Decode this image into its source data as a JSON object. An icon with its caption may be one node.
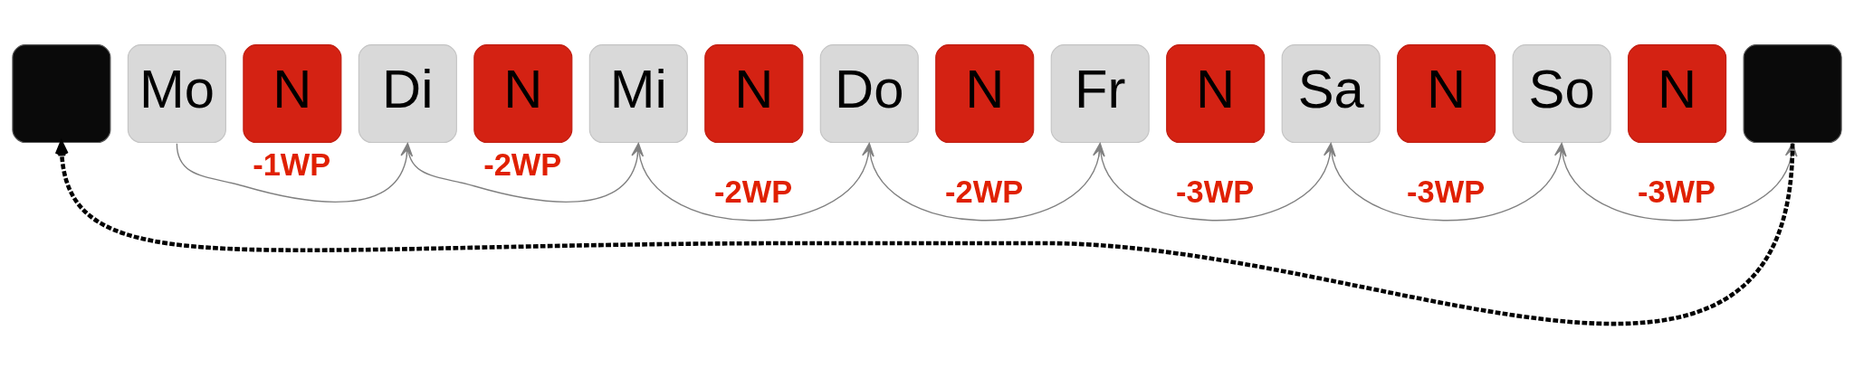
{
  "diagram": {
    "nodes": [
      {
        "text": [],
        "shape": "box"
      },
      {
        "text": [
          "Mo"
        ]
      },
      {
        "text": [
          "N"
        ]
      },
      {
        "text": [
          "Di"
        ]
      },
      {
        "text": [
          "N"
        ]
      },
      {
        "text": [
          "Mi"
        ]
      },
      {
        "text": [
          "N"
        ]
      },
      {
        "text": [
          "Do"
        ]
      },
      {
        "text": [
          "N"
        ]
      },
      {
        "text": [
          "Fr"
        ]
      },
      {
        "text": [
          "N"
        ]
      },
      {
        "text": [
          "Sa"
        ]
      },
      {
        "text": [
          "N"
        ]
      },
      {
        "text": [
          "So"
        ]
      },
      {
        "text": [
          "N"
        ]
      },
      {
        "text": [],
        "shape": "box"
      }
    ],
    "edges": [
      {
        "from": 1,
        "to": 3,
        "arrow": "to",
        "label": "-1WP"
      },
      {
        "from": 3,
        "to": 5,
        "arrow": "to",
        "label": "-2WP"
      },
      {
        "from": 5,
        "to": 7,
        "arrow": "to",
        "label": "-2WP"
      },
      {
        "from": 7,
        "to": 9,
        "arrow": "to",
        "label": "-2WP"
      },
      {
        "from": 9,
        "to": 11,
        "arrow": "to",
        "label": "-3WP"
      },
      {
        "from": 11,
        "to": 13,
        "arrow": "to",
        "label": "-3WP"
      },
      {
        "from": 13,
        "to": 15,
        "arrow": "to",
        "label": "-3WP"
      },
      {
        "from": 15,
        "to": 0,
        "arrow": "to",
        "style": "dashed",
        "color": "#000000"
      }
    ]
  }
}
